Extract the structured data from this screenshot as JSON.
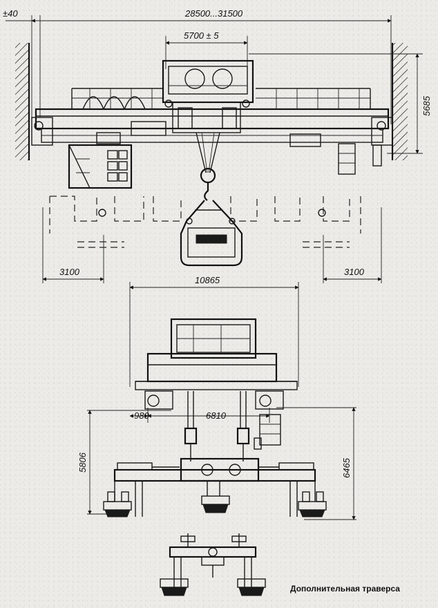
{
  "dimensions": {
    "top_left": "±40",
    "top_span": "28500...31500",
    "trolley_gauge": "5700 ± 5",
    "right_height": "5685",
    "left_offset": "3100",
    "right_offset": "3100",
    "trolley_width": "10865",
    "small_left": "980",
    "middle_span": "6810",
    "left_height": "5806",
    "right_height_lower": "6465"
  },
  "caption": "Дополнительная траверса"
}
